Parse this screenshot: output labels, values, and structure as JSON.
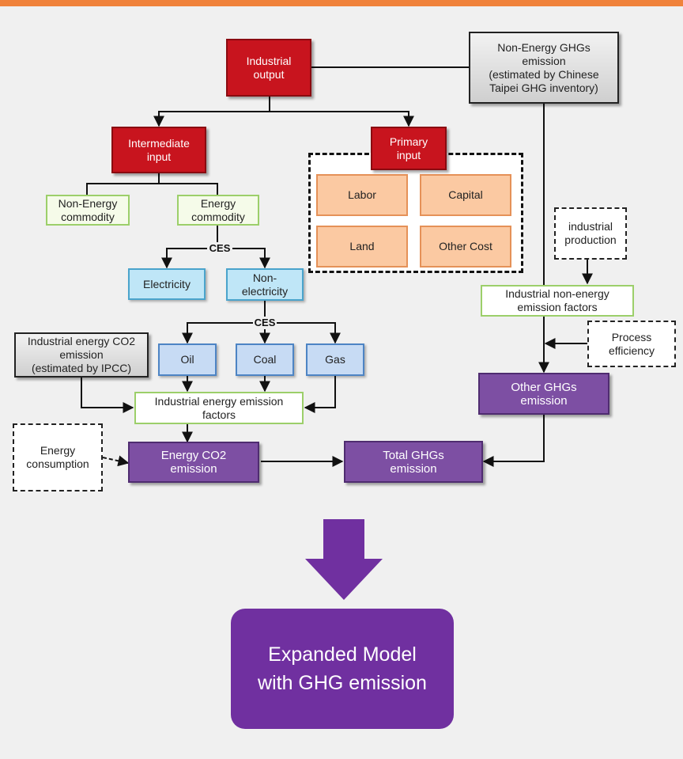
{
  "nodes": {
    "industrial_output": "Industrial\noutput",
    "non_energy_ghgs": "Non-Energy GHGs\nemission\n(estimated by Chinese\nTaipei GHG inventory)",
    "intermediate_input": "Intermediate\ninput",
    "primary_input": "Primary\ninput",
    "labor": "Labor",
    "capital": "Capital",
    "land": "Land",
    "other_cost": "Other Cost",
    "non_energy_commodity": "Non-Energy\ncommodity",
    "energy_commodity": "Energy\ncommodity",
    "ces_1": "CES",
    "electricity": "Electricity",
    "non_electricity": "Non-\nelectricity",
    "ces_2": "CES",
    "oil": "Oil",
    "coal": "Coal",
    "gas": "Gas",
    "industrial_energy_co2": "Industrial energy CO2\nemission\n(estimated by IPCC)",
    "industrial_energy_factors": "Industrial energy emission\nfactors",
    "energy_consumption": "Energy\nconsumption",
    "energy_co2_emission": "Energy CO2\nemission",
    "total_ghgs_emission": "Total GHGs\nemission",
    "industrial_production": "industrial\nproduction",
    "industrial_non_energy_factors": "Industrial non-energy\nemission factors",
    "process_efficiency": "Process\nefficiency",
    "other_ghgs_emission": "Other GHGs\nemission"
  },
  "final_box": "Expanded Model\nwith GHG emission",
  "colors": {
    "accent_bar": "#f0823b",
    "red_box": "#c8141e",
    "purple_box": "#7d4fa3",
    "final_purple": "#7030a0",
    "orange_box": "#fbc9a2",
    "green_border": "#9ccf6a"
  }
}
